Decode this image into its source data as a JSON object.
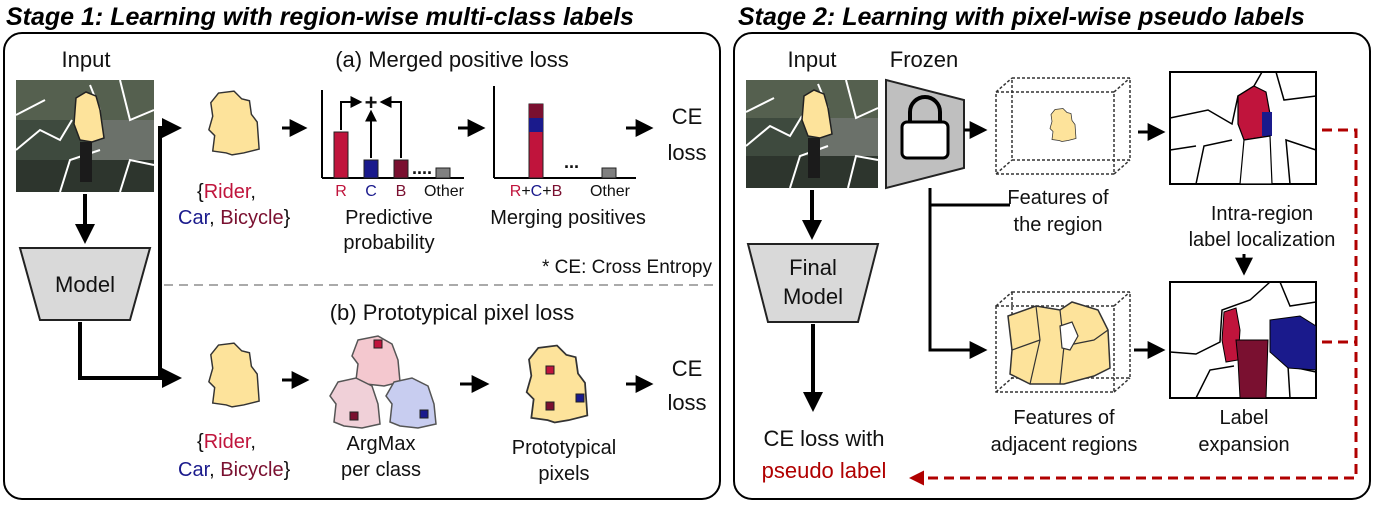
{
  "colors": {
    "rider": "#c0143c",
    "car": "#1a1a8c",
    "bicycle": "#7a1030",
    "other": "#808080",
    "region_fill": "#fde39b",
    "arrow_red": "#b00000",
    "model_fill": "#d9d9d9"
  },
  "stage1": {
    "title": "Stage 1: Learning with region-wise multi-class labels",
    "input_label": "Input",
    "model_label": "Model",
    "ce_note": "* CE: Cross Entropy",
    "a": {
      "title": "(a) Merged positive loss",
      "labels_open": "{",
      "rider": "Rider",
      "comma": ",",
      "car": "Car",
      "bicycle": "Bicycle",
      "labels_close": "}",
      "bar_r": "R",
      "bar_c": "C",
      "bar_b": "B",
      "bar_other": "Other",
      "dots": "....",
      "pred_line1": "Predictive",
      "pred_line2": "probability",
      "merged_r": "R",
      "merged_plus1": "+",
      "merged_c": "C",
      "merged_plus2": "+",
      "merged_b": "B",
      "merged_other": "Other",
      "merged_dots": "...",
      "merging_label": "Merging positives",
      "ce_line1": "CE",
      "ce_line2": "loss",
      "plus_sign": "+"
    },
    "b": {
      "title": "(b) Prototypical pixel loss",
      "labels_open": "{",
      "rider": "Rider",
      "comma": ",",
      "car": "Car",
      "bicycle": "Bicycle",
      "labels_close": "}",
      "argmax_line1": "ArgMax",
      "argmax_line2": "per class",
      "proto_line1": "Prototypical",
      "proto_line2": "pixels",
      "ce_line1": "CE",
      "ce_line2": "loss"
    }
  },
  "stage2": {
    "title": "Stage 2: Learning with pixel-wise pseudo labels",
    "input_label": "Input",
    "frozen_label": "Frozen",
    "final_line1": "Final",
    "final_line2": "Model",
    "feat_region_line1": "Features of",
    "feat_region_line2": "the region",
    "feat_adj_line1": "Features of",
    "feat_adj_line2": "adjacent regions",
    "intra_line1": "Intra-region",
    "intra_line2": "label localization",
    "expand_line1": "Label",
    "expand_line2": "expansion",
    "ce_with": "CE loss with",
    "pseudo": "pseudo label"
  }
}
